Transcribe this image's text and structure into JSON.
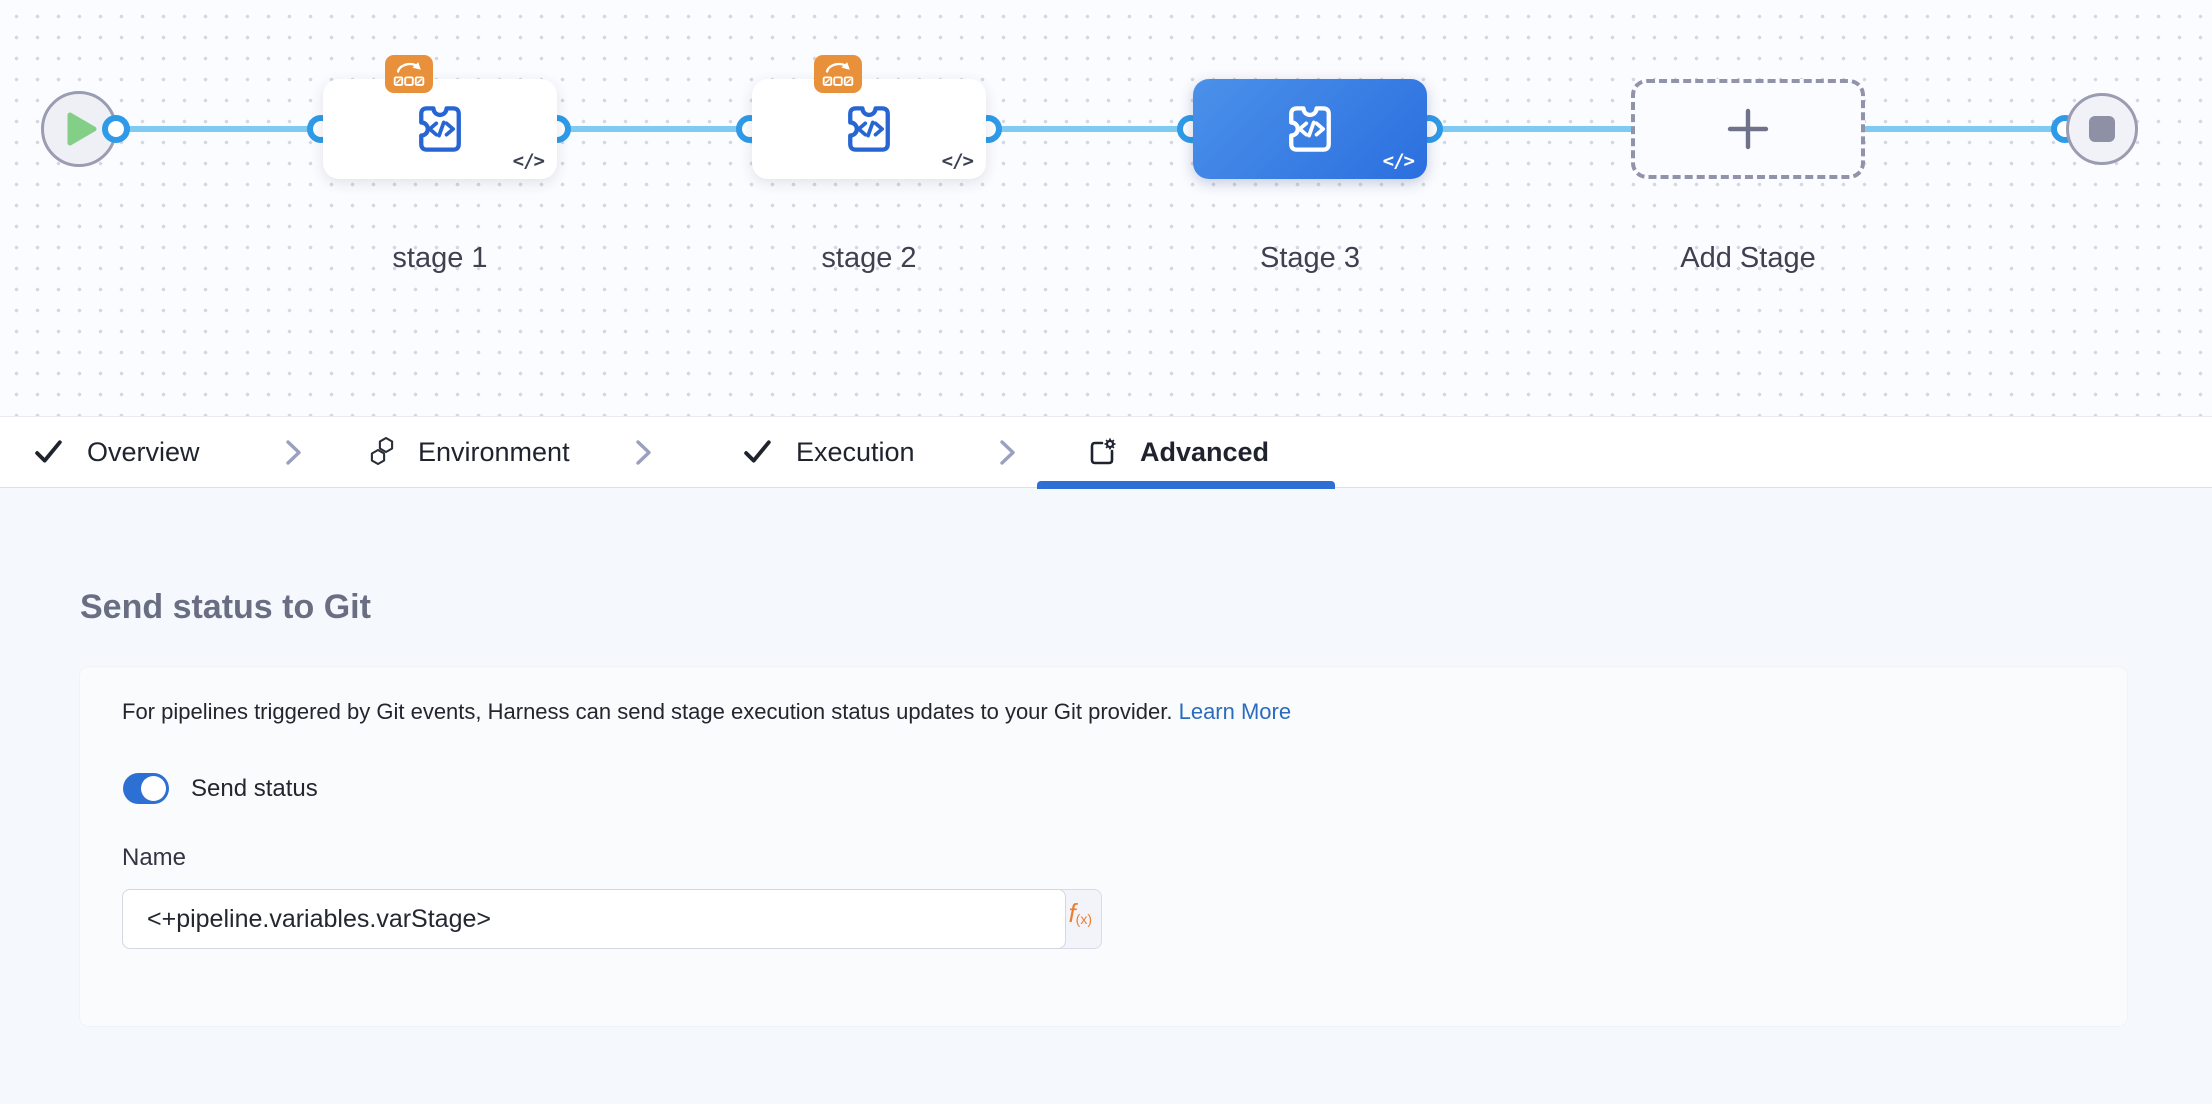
{
  "canvas": {
    "code_glyph": "</>",
    "stages": [
      {
        "label": "stage 1",
        "selected": false,
        "has_loop_badge": true
      },
      {
        "label": "stage 2",
        "selected": false,
        "has_loop_badge": true
      },
      {
        "label": "Stage 3",
        "selected": true,
        "has_loop_badge": false
      }
    ],
    "add_stage": {
      "label": "Add Stage"
    },
    "icons": {
      "start": "play-circle",
      "end": "stop-circle",
      "stage": "custom-stage-puzzle-code",
      "badge": "looping-strategy",
      "add": "plus"
    }
  },
  "tabs": {
    "items": [
      {
        "label": "Overview",
        "icon": "check",
        "active": false
      },
      {
        "label": "Environment",
        "icon": "hexagons",
        "active": false
      },
      {
        "label": "Execution",
        "icon": "check",
        "active": false
      },
      {
        "label": "Advanced",
        "icon": "advanced-gear",
        "active": true
      }
    ]
  },
  "section": {
    "title": "Send status to Git"
  },
  "panel": {
    "description": "For pipelines triggered by Git events, Harness can send stage execution status updates to your Git provider.",
    "link": "Learn More",
    "toggle": {
      "label": "Send status",
      "on": "true"
    },
    "name_field": {
      "label": "Name",
      "value": "<+pipeline.variables.varStage>"
    },
    "fx": {
      "f": "f",
      "sub": "(x)"
    }
  },
  "colors": {
    "canvas_bg": "#fbfcff",
    "connector_blue": "#7ecaf1",
    "port_blue": "#2f9be8",
    "selected_stage_blue": "#2b6fdf",
    "stage_icon_blue": "#2765d3",
    "badge_orange": "#e8913a",
    "fx_orange": "#ed7d31",
    "tab_underline_blue": "#2e6fd6",
    "link_blue": "#2b6cbf",
    "toggle_blue": "#2d70d3"
  }
}
